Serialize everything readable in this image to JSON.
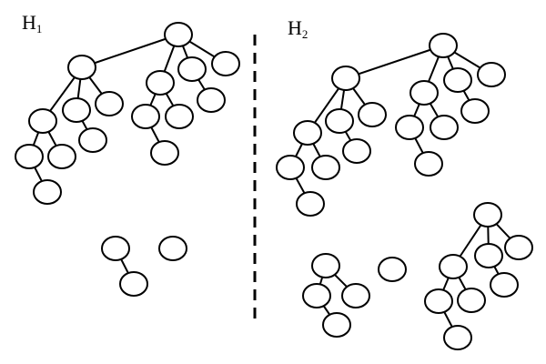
{
  "panels": [
    {
      "label_main": "H",
      "label_sub": "1"
    },
    {
      "label_main": "H",
      "label_sub": "2"
    }
  ],
  "colors": {
    "stroke": "#000000",
    "node_fill": "#ffffff",
    "background": "#ffffff"
  }
}
